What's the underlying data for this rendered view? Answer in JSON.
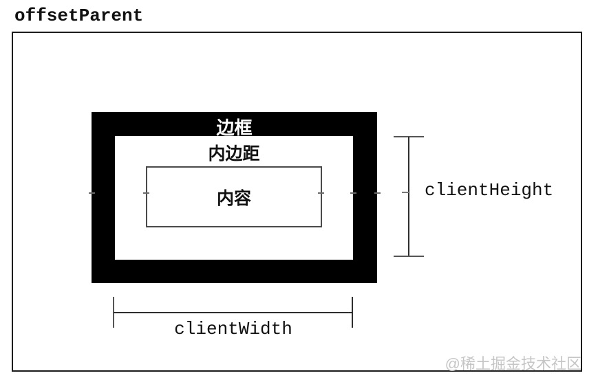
{
  "title": "offsetParent",
  "diagram": {
    "border_label": "边框",
    "padding_label": "内边距",
    "content_label": "内容",
    "client_height_label": "clientHeight",
    "client_width_label": "clientWidth"
  },
  "watermark": "@稀土掘金技术社区",
  "colors": {
    "text": "#111111",
    "frame_border": "#1c1c1c",
    "border_box_fill": "#000000",
    "border_label_color": "#ffffff",
    "content_border": "#4a4a4a",
    "measure_line": "#2e2e2e",
    "measure_cap": "#555555",
    "watermark": "#c6c6c6"
  }
}
